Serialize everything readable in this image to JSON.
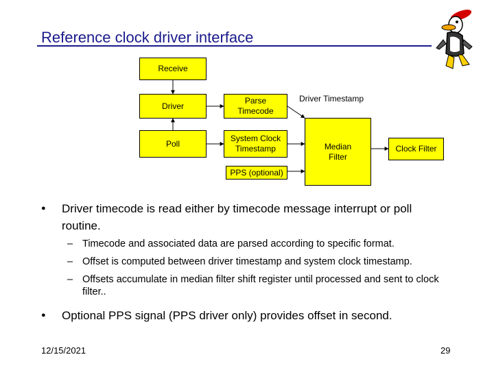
{
  "slide": {
    "title": "Reference clock driver interface",
    "date": "12/15/2021",
    "page_number": "29"
  },
  "diagram": {
    "receive": "Receive",
    "driver": "Driver",
    "poll": "Poll",
    "parse_timecode": "Parse Timecode",
    "system_clock_timestamp": "System Clock Timestamp",
    "driver_timestamp": "Driver Timestamp",
    "median_filter": "Median Filter",
    "clock_filter": "Clock Filter",
    "pps_optional": "PPS (optional)"
  },
  "bullets": [
    {
      "text": "Driver timecode is read either by timecode message interrupt or poll routine.",
      "subs": [
        "Timecode and associated data are parsed according to specific format.",
        "Offset is computed between driver timestamp and system clock timestamp.",
        "Offsets accumulate in median filter shift register until processed and sent to clock filter.."
      ]
    },
    {
      "text": "Optional PPS signal (PPS driver only) provides offset in second.",
      "subs": []
    }
  ],
  "colors": {
    "title": "#1a1a8c",
    "box_fill": "#ffff00"
  },
  "icons": {
    "mascot": "duck-mascot-icon",
    "bullet": "bullet-dot-icon"
  }
}
